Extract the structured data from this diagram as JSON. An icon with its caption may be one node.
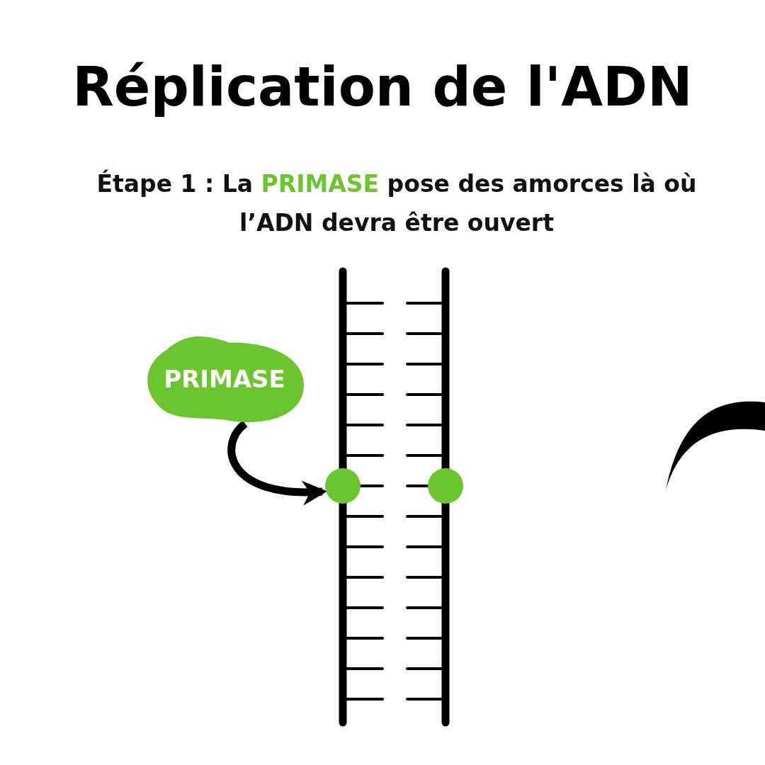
{
  "diagram": {
    "title": "Réplication de l'ADN",
    "nodes": [
      {
        "text": [
          "PRIMASE"
        ]
      },
      {
        "text": [],
        "shape": "circle"
      },
      {
        "text": [],
        "shape": "circle"
      }
    ],
    "edges": [
      {
        "from": 0,
        "to": 1,
        "arrow": "to"
      }
    ],
    "labels": [
      "Étape 1 : La **PRIMASE** pose des amorces là où l’ADN devra être ouvert"
    ]
  }
}
